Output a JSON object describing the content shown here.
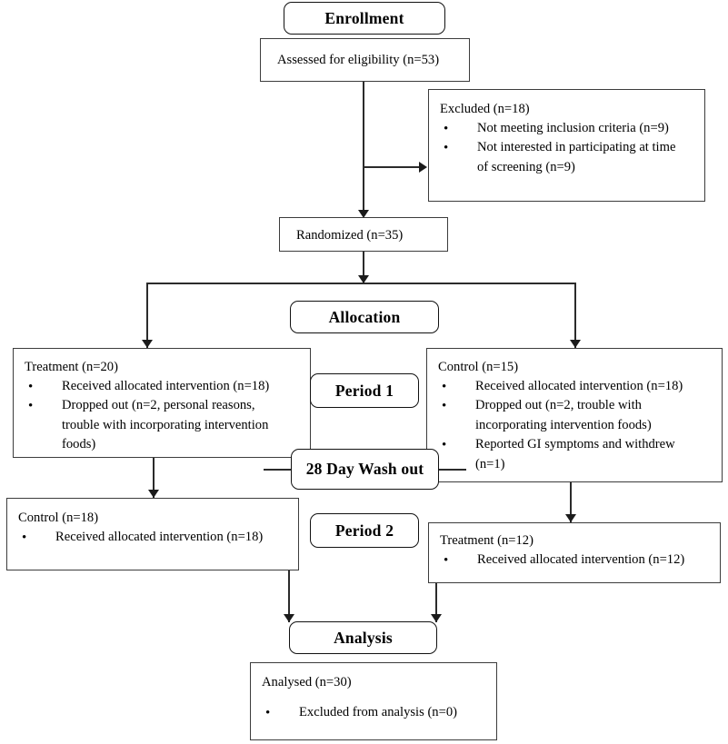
{
  "diagram": {
    "title": "CONSORT participant flow diagram",
    "stage_labels": {
      "enrollment": "Enrollment",
      "allocation": "Allocation",
      "period1": "Period 1",
      "washout": "28 Day Wash out",
      "period2": "Period 2",
      "analysis": "Analysis"
    },
    "boxes": {
      "assessed": {
        "heading": "Assessed for eligibility (n=53)",
        "items": []
      },
      "excluded": {
        "heading": "Excluded (n=18)",
        "items": [
          "Not meeting inclusion criteria (n=9)",
          "Not interested in participating at time of screening (n=9)"
        ]
      },
      "randomized": {
        "heading": "Randomized (n=35)",
        "items": []
      },
      "period1_left": {
        "heading": "Treatment (n=20)",
        "items": [
          "Received allocated intervention (n=18)",
          "Dropped out (n=2, personal reasons, trouble with incorporating intervention foods)"
        ]
      },
      "period1_right": {
        "heading": "Control (n=15)",
        "items": [
          "Received allocated intervention (n=18)",
          "Dropped out (n=2, trouble with incorporating intervention foods)",
          "Reported GI symptoms and withdrew (n=1)"
        ]
      },
      "period2_left": {
        "heading": "Control (n=18)",
        "items": [
          "Received allocated intervention (n=18)"
        ]
      },
      "period2_right": {
        "heading": "Treatment (n=12)",
        "items": [
          "Received allocated intervention (n=12)"
        ]
      },
      "analysed": {
        "heading": "Analysed (n=30)",
        "items": [
          "Excluded from analysis (n=0)"
        ]
      }
    },
    "wrapped_lines": {
      "excluded_item2_line1": "Not interested in participating at time",
      "excluded_item2_line2": "of screening (n=9)",
      "p1left_item2_line1": "Dropped out (n=2, personal reasons,",
      "p1left_item2_line2": "trouble with incorporating intervention",
      "p1left_item2_line3": "foods)",
      "p1right_item2_line1": "Dropped out (n=2, trouble with",
      "p1right_item2_line2": "incorporating intervention foods)",
      "p1right_item3_line1": "Reported GI symptoms and withdrew",
      "p1right_item3_line2": "(n=1)"
    },
    "colors": {
      "box_border": "#3c3c3c",
      "stage_border": "#111111",
      "connector": "#2b2b2b",
      "text": "#000000",
      "background": "#ffffff"
    },
    "counts": {
      "assessed": 53,
      "excluded_total": 18,
      "excluded_not_meeting_criteria": 9,
      "excluded_not_interested": 9,
      "randomized": 35,
      "p1_treatment": 20,
      "p1_treatment_received": 18,
      "p1_treatment_dropped": 2,
      "p1_control": 15,
      "p1_control_received": 18,
      "p1_control_dropped": 2,
      "p1_control_gi_withdrew": 1,
      "p2_control": 18,
      "p2_control_received": 18,
      "p2_treatment": 12,
      "p2_treatment_received": 12,
      "analysed": 30,
      "excluded_from_analysis": 0,
      "washout_days": 28
    }
  }
}
